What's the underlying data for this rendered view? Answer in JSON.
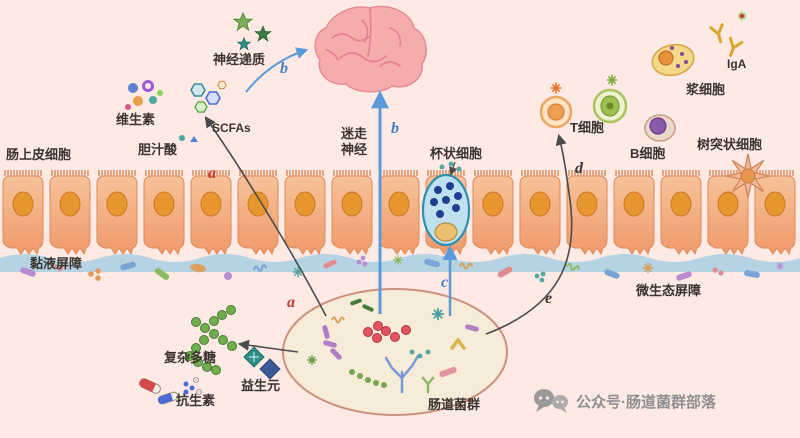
{
  "colors": {
    "background": "#fdeae5",
    "epithelium": "#f2a272",
    "mucus": "#a9cfe3",
    "arrow_blue": "#5a9ad8",
    "letter_red": "#c23b2e",
    "letter_blue": "#3f7fc4"
  },
  "labels": {
    "epithelial_cells": "肠上皮细胞",
    "mucus_barrier": "黏液屏障",
    "neurotransmitters": "神经递质",
    "vitamins": "维生素",
    "bile_acids": "胆汁酸",
    "scfas": "SCFAs",
    "vagus_nerve_line1": "迷走",
    "vagus_nerve_line2": "神经",
    "goblet_cell": "杯状细胞",
    "complex_polysaccharides": "复杂多糖",
    "prebiotics": "益生元",
    "antibiotics": "抗生素",
    "gut_microbiota": "肠道菌群",
    "microecological_barrier": "微生态屏障",
    "t_cell": "T细胞",
    "b_cell": "B细胞",
    "plasma_cell": "浆细胞",
    "iga": "IgA",
    "dendritic_cell": "树突状细胞"
  },
  "letters": {
    "a": "a",
    "b": "b",
    "c": "c",
    "d": "d",
    "e": "e"
  },
  "watermark": {
    "text": "公众号·肠道菌群部落"
  }
}
